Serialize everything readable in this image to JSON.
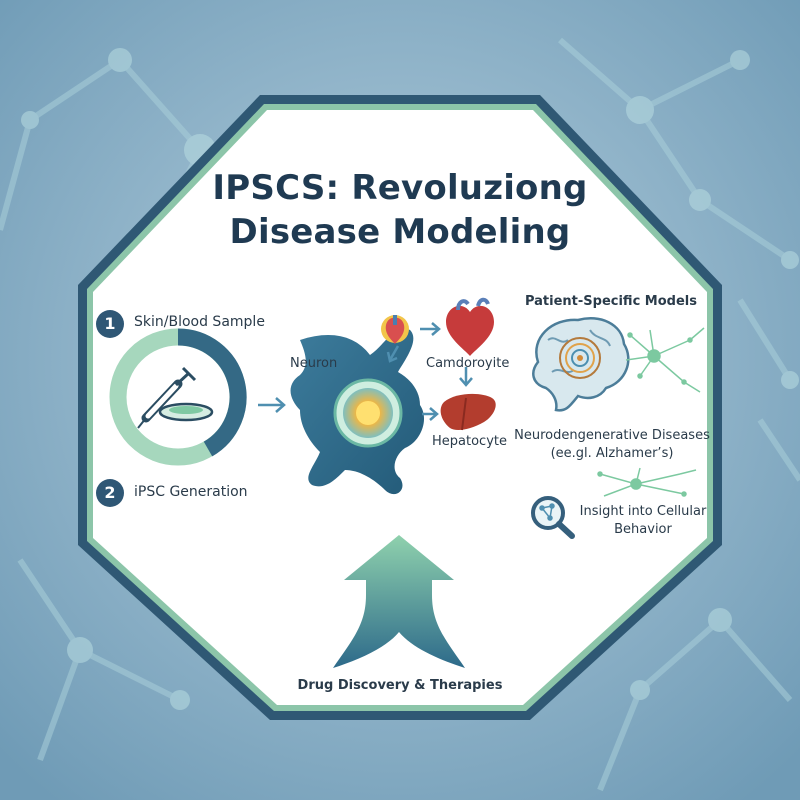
{
  "title": {
    "line1": "IPSCS: Revoluziong",
    "line2": "Disease Modeling"
  },
  "steps": [
    {
      "number": "1",
      "label": "Skin/Blood Sample"
    },
    {
      "number": "2",
      "label": "iPSC Generation"
    }
  ],
  "cells": {
    "neuron": "Neuron",
    "cardiomyocyte": "Camdoroyite",
    "hepatocyte": "Hepatocyte"
  },
  "models": {
    "heading": "Patient-Specific Models",
    "disease_line1": "Neurodengenerative Diseases",
    "disease_line2": "(ee.gl. Alzhamer’s)",
    "insight_line1": "Insight into Cellular",
    "insight_line2": "Behavior"
  },
  "footer": "Drug Discovery & Therapies",
  "colors": {
    "background": "#7fa5bd",
    "frame": "#2f5874",
    "frame_inner": "#8cc5a9",
    "teal_dark": "#2f6b86",
    "green_light": "#8ccfaa"
  }
}
